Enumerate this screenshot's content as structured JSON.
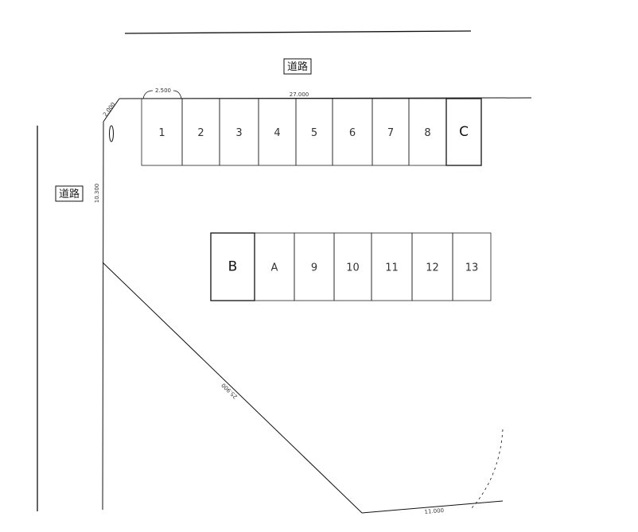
{
  "roads": {
    "top_label": "道路",
    "left_label": "道路"
  },
  "dimensions": {
    "top_length": "27.000",
    "left_length": "10.300",
    "corner_cut": "2.000",
    "slot_width": "2.500",
    "diagonal_length": "25.900",
    "bottom_length": "11.000"
  },
  "top_row": [
    "1",
    "2",
    "3",
    "4",
    "5",
    "6",
    "7",
    "8",
    "C"
  ],
  "bottom_row": [
    "B",
    "A",
    "9",
    "10",
    "11",
    "12",
    "13"
  ]
}
